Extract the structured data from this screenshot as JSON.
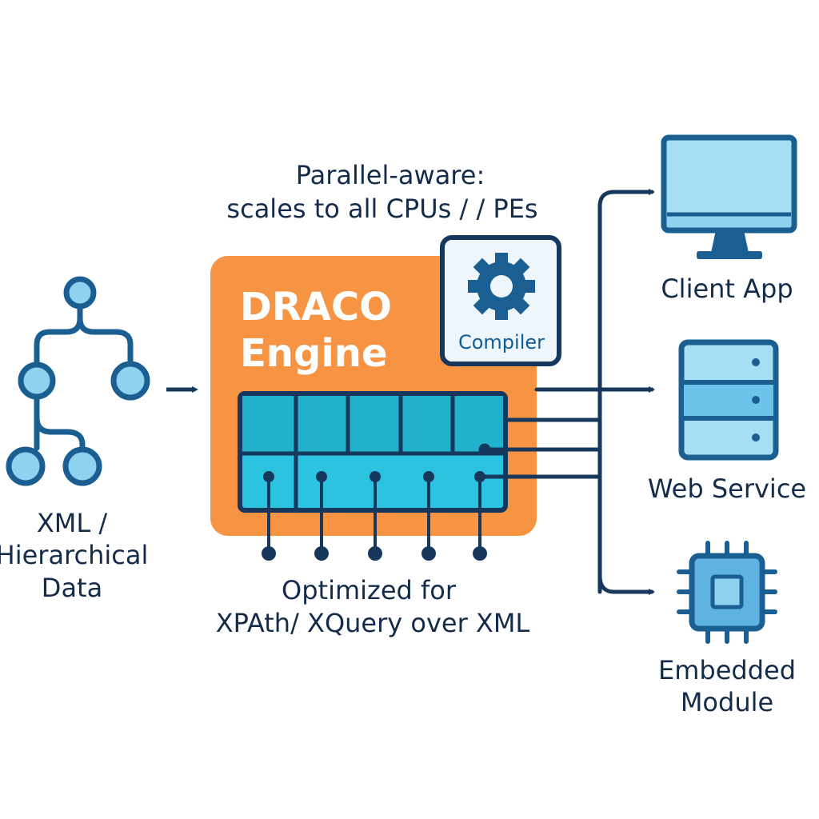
{
  "labels": {
    "parallel_line1": "Parallel-aware:",
    "parallel_line2": "scales to all CPUs / / PEs",
    "engine_line1": "DRACO",
    "engine_line2": "Engine",
    "compiler": "Compiler",
    "xml_line1": "XML /",
    "xml_line2": "Hierarchical",
    "xml_line3": "Data",
    "optimized_line1": "Optimized for",
    "optimized_line2": "XPAth/ XQuery over XML",
    "client_app": "Client App",
    "web_service": "Web Service",
    "embedded_line1": "Embedded",
    "embedded_line2": "Module"
  },
  "icons": {
    "tree": "hierarchy-tree-icon",
    "gear": "gear-icon",
    "monitor": "monitor-icon",
    "server": "server-icon",
    "chip": "chip-icon"
  },
  "colors": {
    "engine_orange": "#f79443",
    "navy": "#15385c",
    "icon_blue": "#1b5e92",
    "light_blue": "#8fd2f0",
    "grid_teal": "#22b1cd",
    "grid_cyan": "#2cc3e0",
    "compiler_bg": "#eef6fb"
  }
}
